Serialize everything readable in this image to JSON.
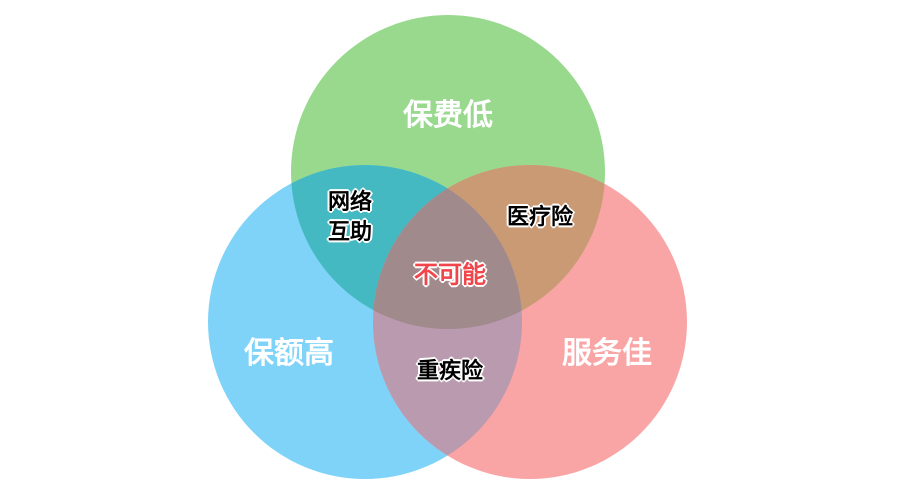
{
  "sets": {
    "top": "保费低",
    "left": "保额高",
    "right": "服务佳"
  },
  "overlaps": {
    "top_left_line1": "网络",
    "top_left_line2": "互助",
    "top_right": "医疗险",
    "left_right": "重疾险",
    "all": "不可能"
  },
  "colors": {
    "top": "#98D98E",
    "left": "#7FD3F8",
    "right": "#F9A5A5",
    "top_left": "#45B9C2",
    "top_right": "#C99A74",
    "left_right": "#BA9AAF",
    "all": "#A08A8C",
    "center_text": "#F0454A"
  }
}
